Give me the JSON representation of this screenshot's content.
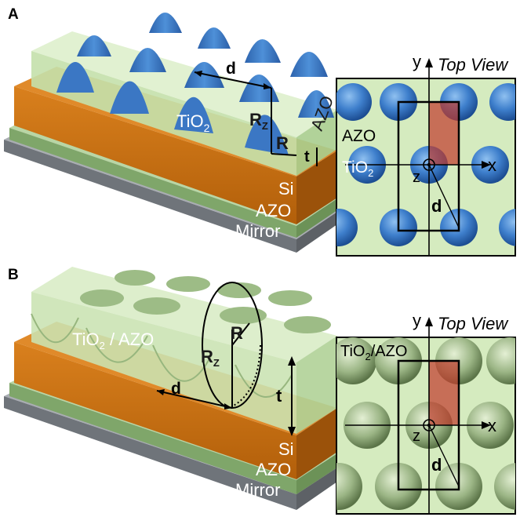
{
  "panel_a": {
    "letter": "A",
    "labels": {
      "tio2": "TiO",
      "tio2_sub": "2",
      "azo_top": "AZO",
      "d": "d",
      "rz": "R",
      "rz_sub": "Z",
      "r": "R",
      "t": "t",
      "si": "Si",
      "azo_layer": "AZO",
      "mirror": "Mirror"
    },
    "top_view": {
      "title": "Top View",
      "azo": "AZO",
      "tio2": "TiO",
      "tio2_sub": "2",
      "x": "x",
      "y": "y",
      "z": "z",
      "d": "d"
    }
  },
  "panel_b": {
    "letter": "B",
    "labels": {
      "tio2_azo_pre": "TiO",
      "tio2_azo_sub": "2",
      "tio2_azo_post": " / AZO",
      "r": "R",
      "rz": "R",
      "rz_sub": "Z",
      "d": "d",
      "t": "t",
      "si": "Si",
      "azo_layer": "AZO",
      "mirror": "Mirror"
    },
    "top_view": {
      "title": "Top View",
      "tio2_azo_pre": "TiO",
      "tio2_azo_sub": "2",
      "tio2_azo_post": "/AZO",
      "x": "x",
      "y": "y",
      "z": "z",
      "d": "d"
    }
  },
  "colors": {
    "azo_green": "#d8ebc8",
    "si_orange": "#c9700f",
    "mirror_gray": "#8a8f95",
    "tio2_blue": "#3f7fc8",
    "unit_cell_red": "#c0392b"
  }
}
